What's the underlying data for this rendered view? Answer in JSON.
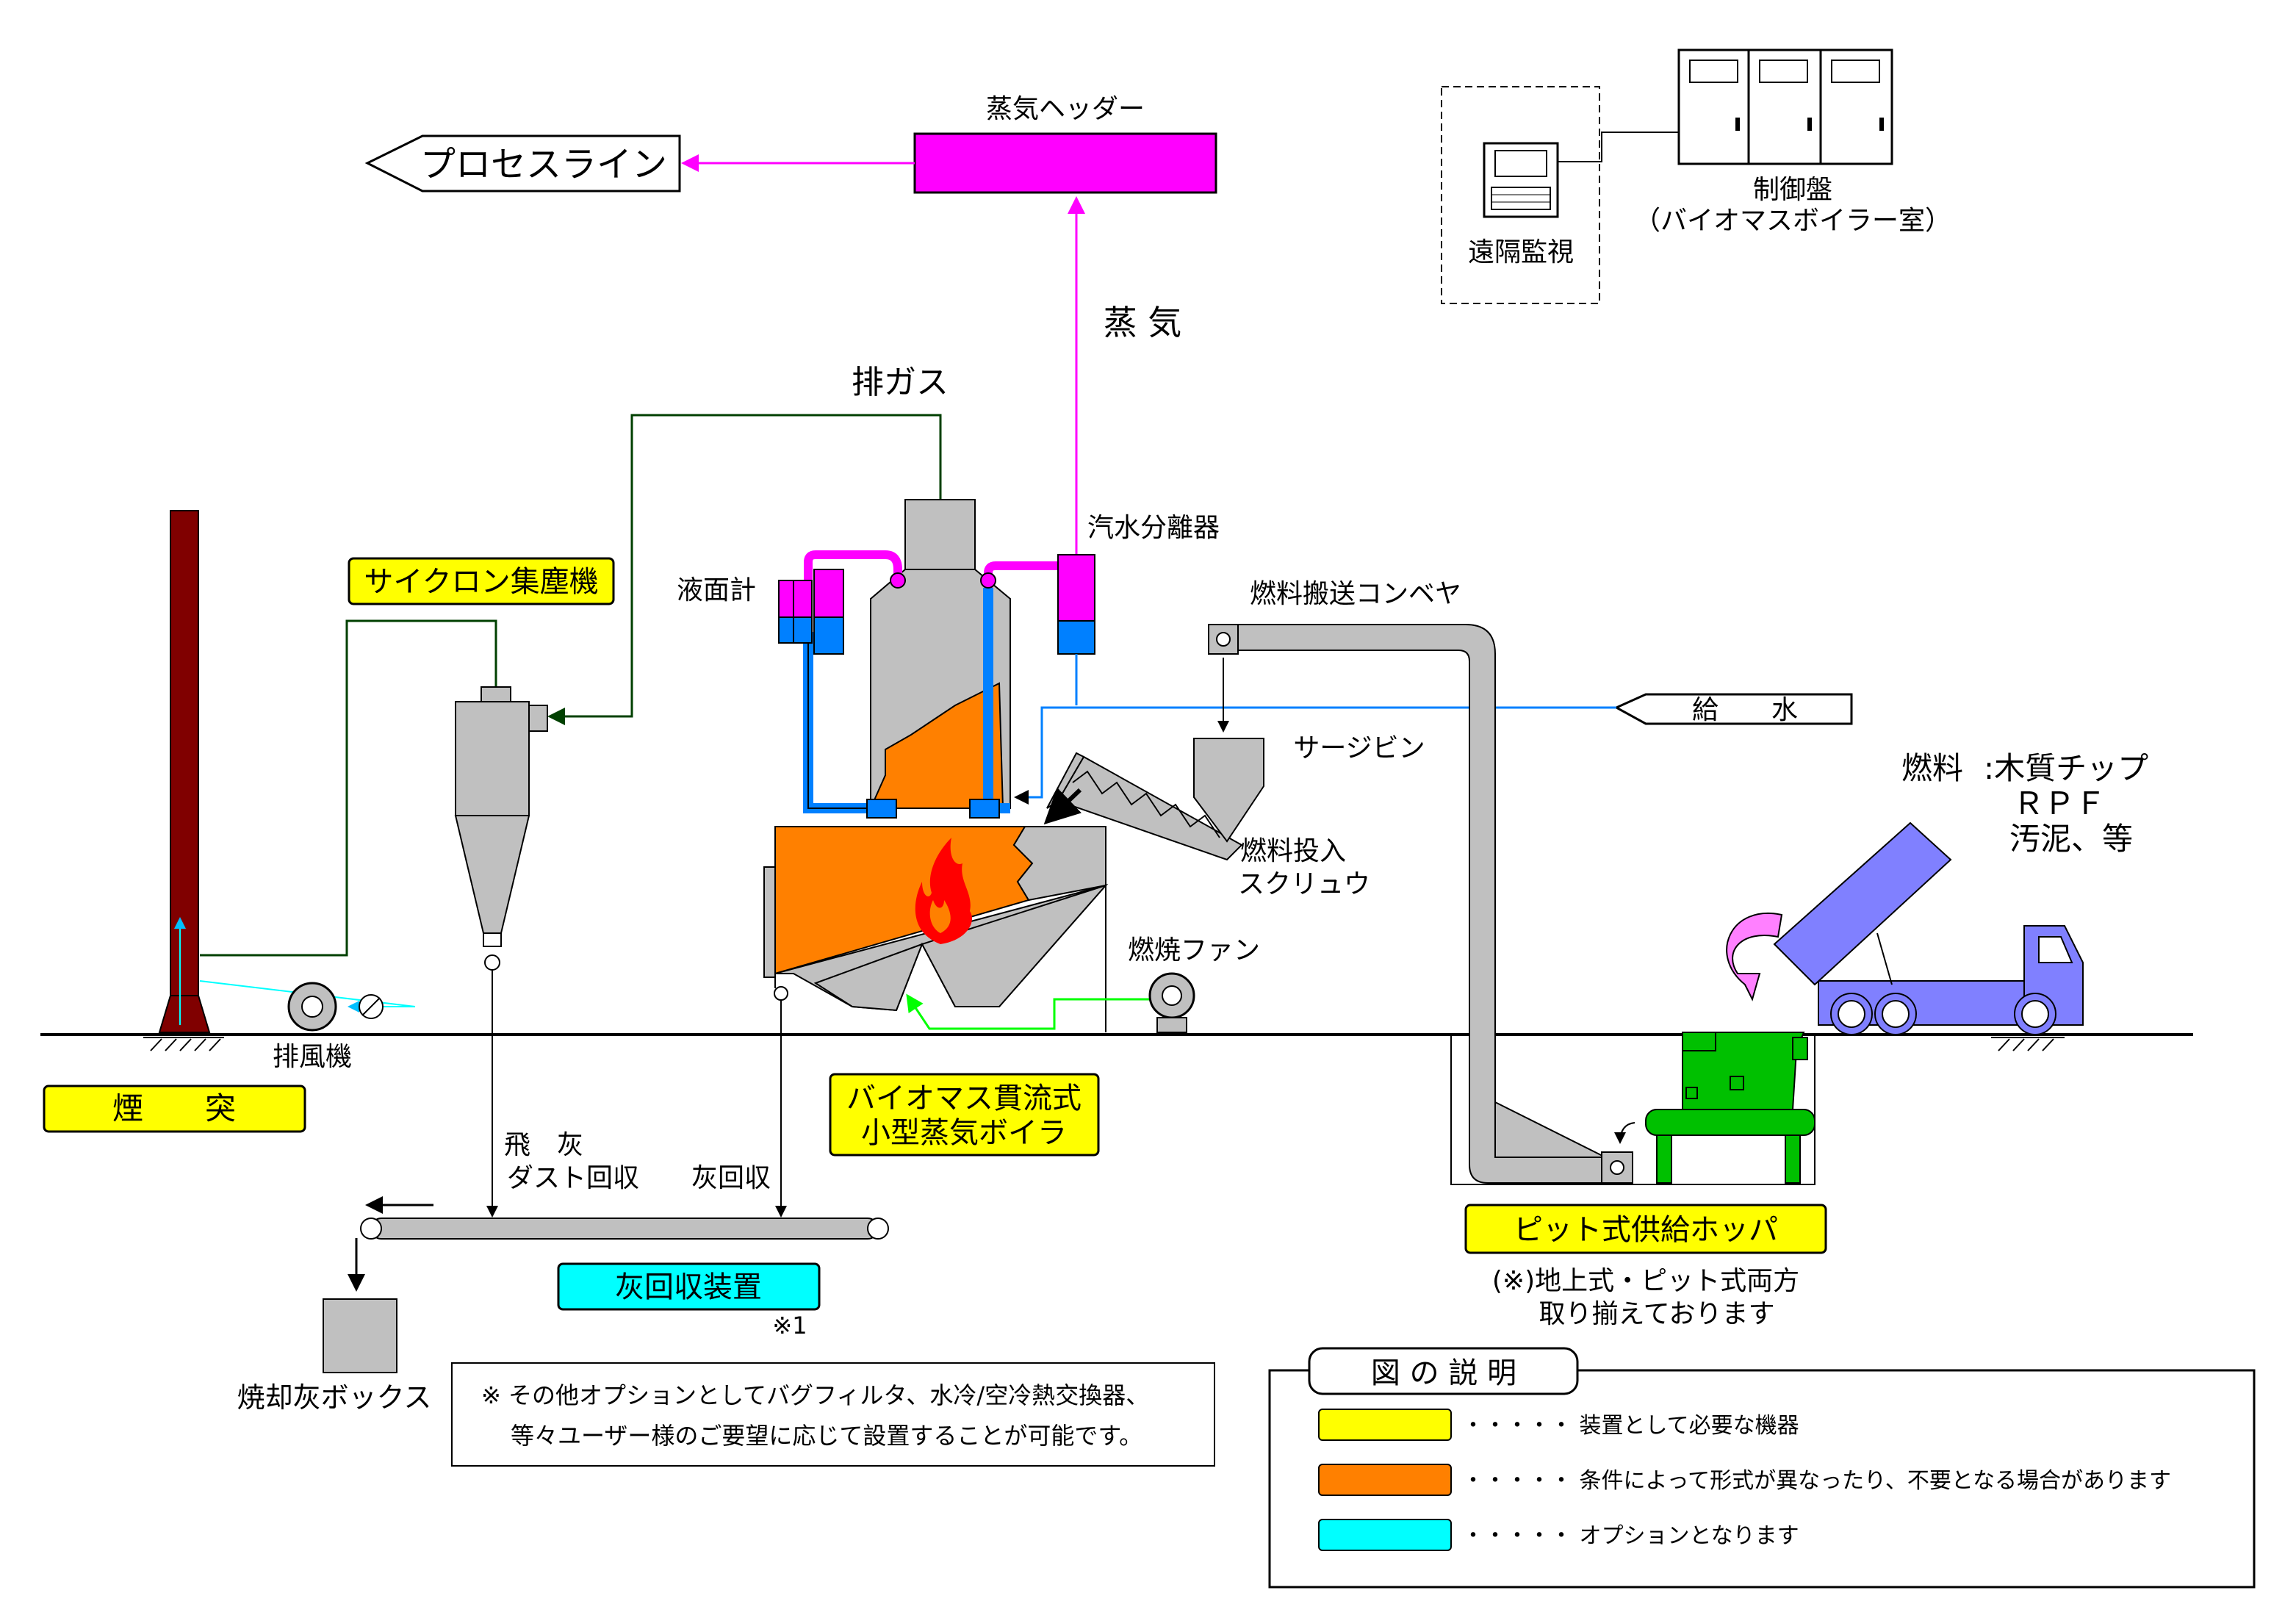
{
  "labels": {
    "process_line": "プロセスライン",
    "steam_header": "蒸気ヘッダー",
    "steam": "蒸 気",
    "exhaust_gas": "排ガス",
    "control_panel_line1": "制御盤",
    "control_panel_line2": "（バイオマスボイラー室）",
    "remote_monitor": "遠隔監視",
    "level_gauge": "液面計",
    "steam_separator": "汽水分離器",
    "cyclone": "サイクロン集塵機",
    "fuel_conveyor": "燃料搬送コンベヤ",
    "feed_water": "給　　水",
    "surge_bin": "サージビン",
    "fuel_screw_line1": "燃料投入",
    "fuel_screw_line2": "スクリュウ",
    "combustion_fan": "燃焼ファン",
    "exhaust_fan": "排風機",
    "chimney": "煙　　突",
    "boiler_line1": "バイオマス貫流式",
    "boiler_line2": "小型蒸気ボイラ",
    "fly_ash_line1": "飛　灰",
    "fly_ash_line2": "ダスト回収",
    "ash_recovery": "灰回収",
    "ash_device": "灰回収装置",
    "note_mark": "※1",
    "ash_box": "焼却灰ボックス",
    "pit_hopper": "ピット式供給ホッパ",
    "pit_note_line1": "(※)地上式・ピット式両方",
    "pit_note_line2": "取り揃えております",
    "fuel_label": "燃料",
    "fuel_items": [
      ":木質チップ",
      "ＲＰＦ",
      "汚泥、等"
    ],
    "option_note_line1": "※ その他オプションとしてバグフィルタ、水冷/空冷熱交換器、",
    "option_note_line2": "等々ユーザー様のご要望に応じて設置することが可能です。"
  },
  "legend": {
    "title": "図 の 説 明",
    "items": [
      {
        "color": "#ffff00",
        "text": "・・・・・ 装置として必要な機器"
      },
      {
        "color": "#ff8000",
        "text": "・・・・・ 条件によって形式が異なったり、不要となる場合があります"
      },
      {
        "color": "#00ffff",
        "text": "・・・・・ オプションとなります"
      }
    ]
  },
  "colors": {
    "magenta": "#ff00ff",
    "gas_line": "#004000",
    "water_line": "#0080ff",
    "air_line": "#00ff00",
    "chimney": "#800000",
    "boiler_orange": "#ff8000",
    "equipment_gray": "#c0c0c0",
    "truck_blue": "#8080ff",
    "hopper_green": "#00c000",
    "required_yellow": "#ffff00",
    "option_cyan": "#00ffff"
  }
}
